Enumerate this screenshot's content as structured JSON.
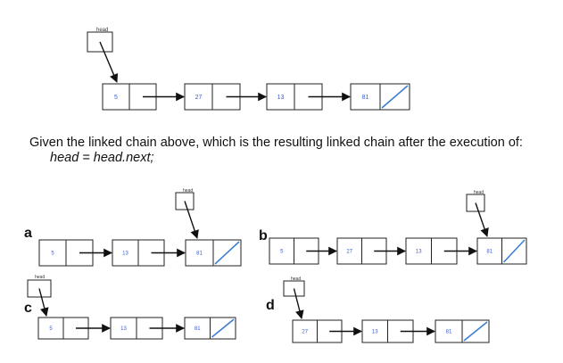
{
  "colors": {
    "value_text": "#3c5bd1",
    "null_slash": "#3c7fd0",
    "box_stroke": "#222222"
  },
  "question": {
    "prompt": "Given the linked chain above, which is the resulting linked chain after the execution of:",
    "code": "head = head.next;"
  },
  "head_label": "head",
  "diagrams": [
    {
      "id": "original",
      "label": "",
      "values": [
        "5",
        "27",
        "13",
        "81"
      ],
      "head_points_to": "5"
    },
    {
      "id": "a",
      "label": "a",
      "values": [
        "5",
        "13",
        "81"
      ],
      "head_points_to": "81"
    },
    {
      "id": "b",
      "label": "b",
      "values": [
        "5",
        "27",
        "13",
        "81"
      ],
      "head_points_to": "81"
    },
    {
      "id": "c",
      "label": "c",
      "values": [
        "5",
        "13",
        "81"
      ],
      "head_points_to": "5"
    },
    {
      "id": "d",
      "label": "d",
      "values": [
        "27",
        "13",
        "81"
      ],
      "head_points_to": "27"
    }
  ]
}
